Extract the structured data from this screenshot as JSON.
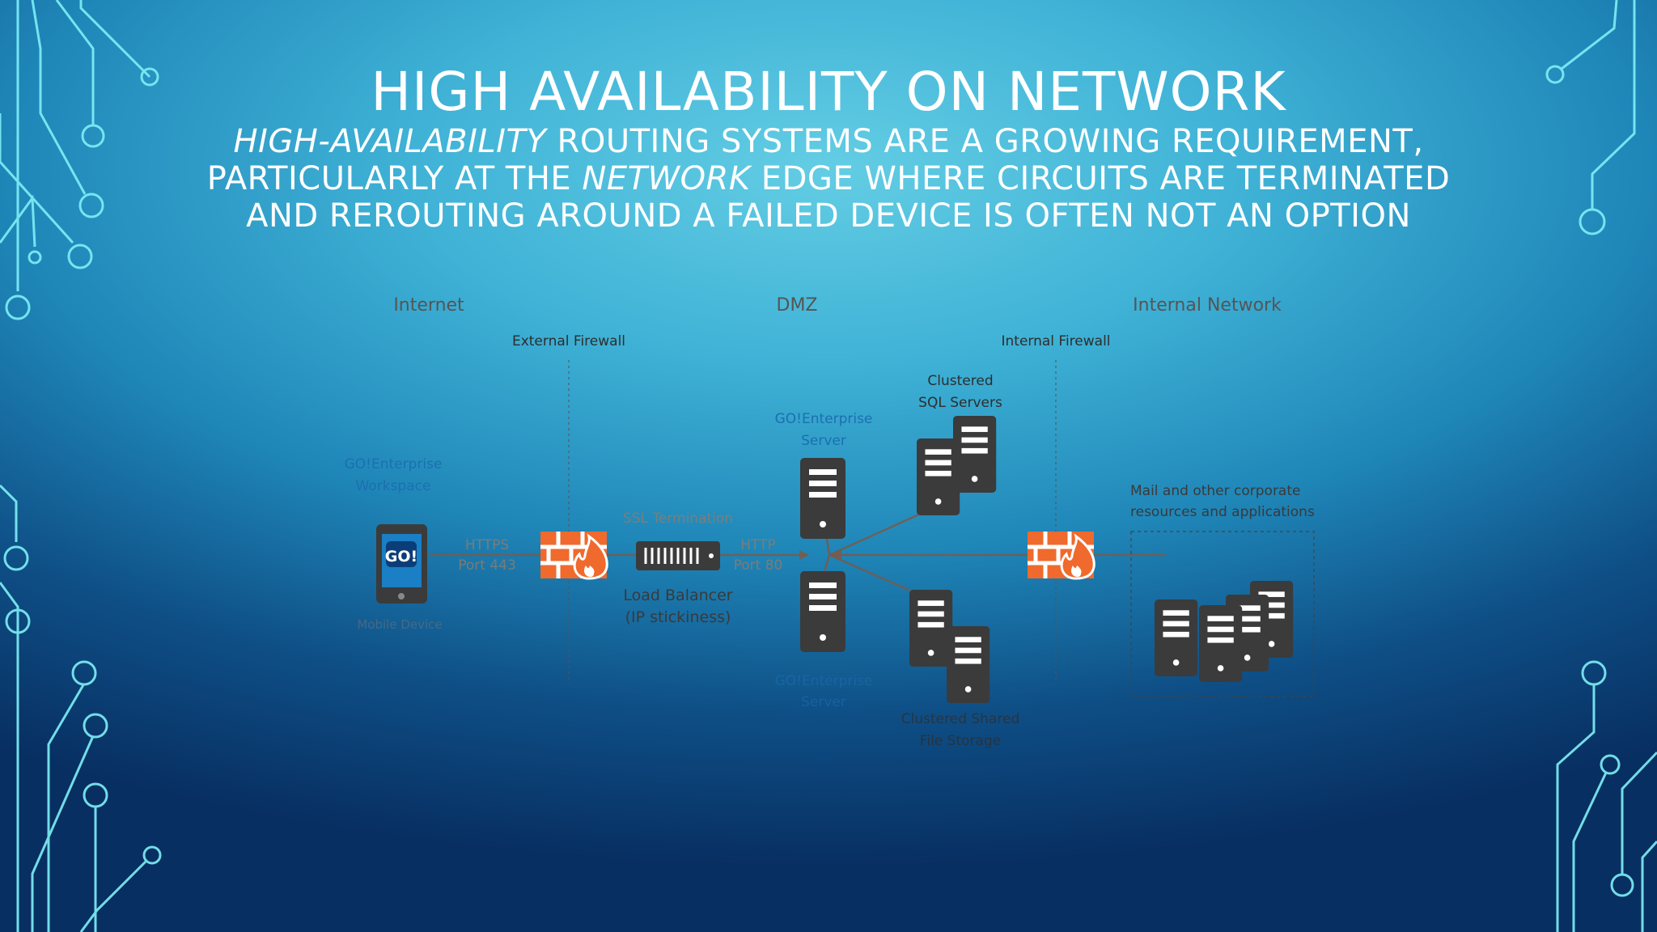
{
  "slide": {
    "title": "HIGH AVAILABILITY ON NETWORK",
    "subtitle": {
      "line1_em": "HIGH-AVAILABILITY",
      "line1_rest": " ROUTING SYSTEMS ARE A GROWING REQUIREMENT,",
      "line2_pre": "PARTICULARLY AT THE ",
      "line2_em": "NETWORK",
      "line2_rest": " EDGE WHERE CIRCUITS ARE TERMINATED",
      "line3": "AND REROUTING AROUND A FAILED DEVICE IS OFTEN NOT AN OPTION"
    }
  },
  "diagram": {
    "zones": {
      "internet": "Internet",
      "dmz": "DMZ",
      "internal": "Internal Network"
    },
    "external_firewall": "External Firewall",
    "internal_firewall": "Internal Firewall",
    "workspace_line1": "GO!Enterprise",
    "workspace_line2": "Workspace",
    "device_label": "Mobile Device",
    "go_badge": "GO!",
    "https_line1": "HTTPS",
    "https_line2": "Port 443",
    "ssl_termination": "SSL Termination",
    "lb_line1": "Load Balancer",
    "lb_line2": "(IP stickiness)",
    "http_line1": "HTTP",
    "http_line2": "Port 80",
    "server_top_line1": "GO!Enterprise",
    "server_top_line2": "Server",
    "server_bottom_line1": "GO!Enterprise",
    "server_bottom_line2": "Server",
    "sql_line1": "Clustered",
    "sql_line2": "SQL Servers",
    "file_line1": "Clustered Shared",
    "file_line2": "File Storage",
    "mail_line1": "Mail and other corporate",
    "mail_line2": "resources and applications"
  },
  "colors": {
    "title": "#ffffff",
    "label_gray": "#4a4a4a",
    "label_blue": "#1c6fb0",
    "firewall": "#ef6a2c",
    "server": "#3b3b3b",
    "circuit_line": "#7ef0f6"
  }
}
